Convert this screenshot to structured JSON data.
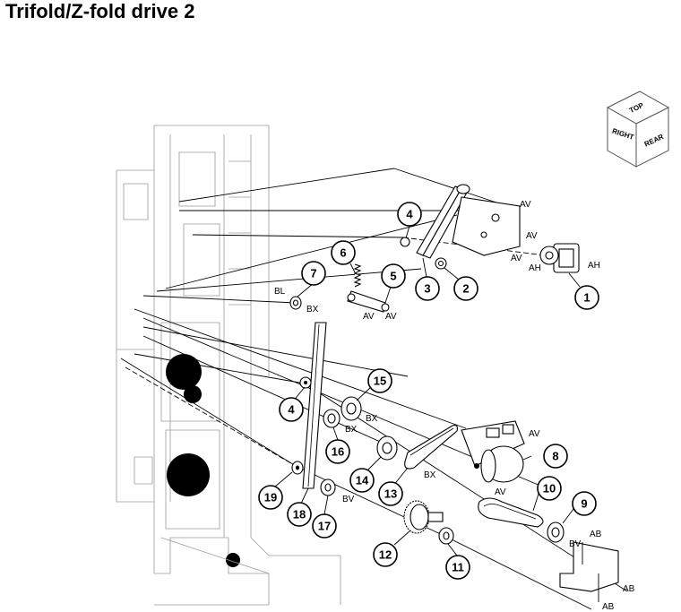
{
  "title": "Trifold/Z-fold drive 2",
  "orientation_cube": {
    "top": "TOP",
    "right": "RIGHT",
    "rear": "REAR"
  },
  "callouts": {
    "c1": "1",
    "c2": "2",
    "c3": "3",
    "c4a": "4",
    "c4b": "4",
    "c5": "5",
    "c6": "6",
    "c7": "7",
    "c8": "8",
    "c9": "9",
    "c10": "10",
    "c11": "11",
    "c12": "12",
    "c13": "13",
    "c14": "14",
    "c15": "15",
    "c16": "16",
    "c17": "17",
    "c18": "18",
    "c19": "19"
  },
  "tags": {
    "av1": "AV",
    "av2": "AV",
    "av3": "AV",
    "av4": "AV",
    "av5": "AV",
    "av6": "AV",
    "av7": "AV",
    "ah1": "AH",
    "ah2": "AH",
    "bl": "BL",
    "bx1": "BX",
    "bx2": "BX",
    "bx3": "BX",
    "bx4": "BX",
    "bv1": "BV",
    "bv2": "BV",
    "ab1": "AB",
    "ab2": "AB",
    "ab3": "AB"
  }
}
